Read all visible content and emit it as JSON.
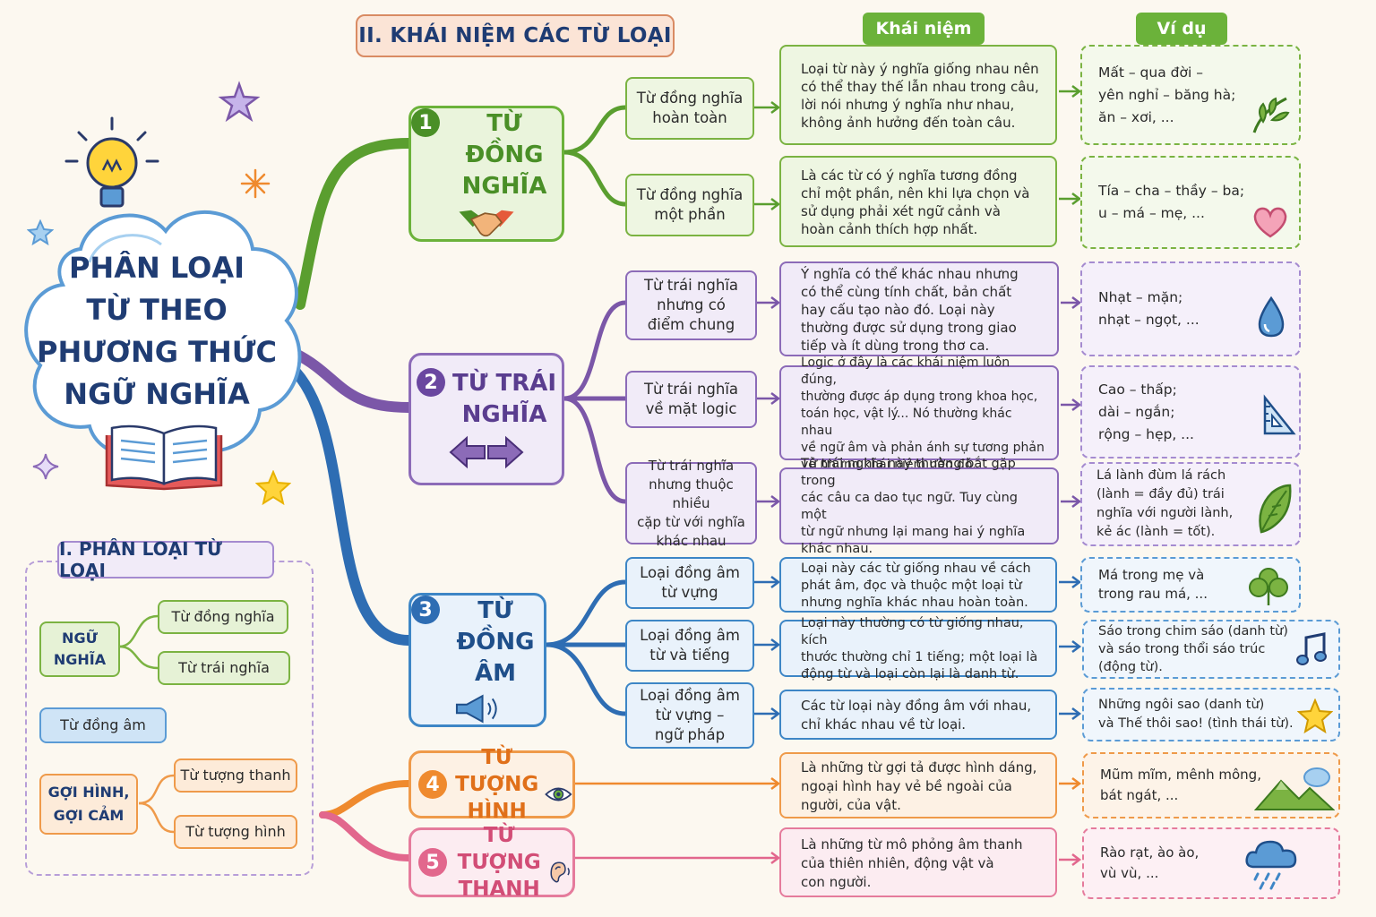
{
  "header": {
    "title": "II. KHÁI NIỆM CÁC TỪ LOẠI",
    "col_concept": "Khái niệm",
    "col_example": "Ví dụ"
  },
  "center": {
    "line1": "PHÂN LOẠI",
    "line2": "TỪ THEO",
    "line3": "PHƯƠNG THỨC",
    "line4": "NGỮ NGHĨA"
  },
  "branches": [
    {
      "number": "1",
      "title": "TỪ ĐỒNG\nNGHĨA",
      "color": "#5a9e2f",
      "icon": "handshake-icon",
      "items": [
        {
          "label": "Từ đồng nghĩa\nhoàn toàn",
          "concept": "Loại từ này ý nghĩa giống nhau nên\ncó thể thay thế lẫn nhau trong câu,\nlời nói nhưng ý nghĩa như nhau,\nkhông ảnh hưởng đến toàn câu.",
          "example": "Mất – qua đời –\nyên nghỉ – băng hà;\năn – xơi, ...",
          "example_icon": "leaf-icon"
        },
        {
          "label": "Từ đồng nghĩa\nmột phần",
          "concept": "Là các từ có ý nghĩa tương đồng\nchỉ một phần, nên khi lựa chọn và\nsử dụng phải xét ngữ cảnh và\nhoàn cảnh thích hợp nhất.",
          "example": "Tía – cha – thầy – ba;\nu – má – mẹ, ...",
          "example_icon": "heart-icon"
        }
      ]
    },
    {
      "number": "2",
      "title": "TỪ TRÁI\nNGHĨA",
      "color": "#7b57a8",
      "icon": "double-arrow-icon",
      "items": [
        {
          "label": "Từ trái nghĩa\nnhưng có\nđiểm chung",
          "concept": "Ý nghĩa có thể khác nhau nhưng\ncó thể cùng tính chất, bản chất\nhay cấu tạo nào đó. Loại này\nthường được sử dụng trong giao\ntiếp và ít dùng trong thơ ca.",
          "example": "Nhạt – mặn;\nnhạt – ngọt, ...",
          "example_icon": "water-drop-icon"
        },
        {
          "label": "Từ trái nghĩa\nvề mặt logic",
          "concept": "Logic ở đây là các khái niệm luôn đúng,\nthường được áp dụng trong khoa học,\ntoán học, vật lý... Nó thường khác nhau\nvề ngữ âm và phản ánh sự tương phản\nvề những khái niệm nào đó.",
          "example": "Cao – thấp;\ndài – ngắn;\nrộng – hẹp, ...",
          "example_icon": "ruler-triangle-icon"
        },
        {
          "label": "Từ trái nghĩa\nnhưng thuộc nhiều\ncặp từ với nghĩa\nkhác nhau",
          "concept": "Từ trái nghĩa này thường bắt gặp trong\ncác câu ca dao tục ngữ. Tuy cùng một\ntừ ngữ nhưng lại mang hai ý nghĩa\nkhác nhau.",
          "example": "Lá lành đùm lá rách\n(lành = đầy đủ) trái\nnghĩa với người lành,\nkẻ ác (lành = tốt).",
          "example_icon": "leaf-outline-icon"
        }
      ]
    },
    {
      "number": "3",
      "title": "TỪ ĐỒNG\nÂM",
      "color": "#2e6db3",
      "icon": "megaphone-icon",
      "items": [
        {
          "label": "Loại đồng âm\ntừ vựng",
          "concept": "Loại này các từ giống nhau về cách\nphát âm, đọc và thuộc một loại từ\nnhưng nghĩa khác nhau hoàn toàn.",
          "example": "Má trong mẹ và\ntrong rau má, ...",
          "example_icon": "clover-leaf-icon"
        },
        {
          "label": "Loại đồng âm\ntừ và tiếng",
          "concept": "Loại này thường có từ giống nhau, kích\nthước thường chỉ 1 tiếng; một loại là\nđộng từ và loại còn lại là danh từ.",
          "example": "Sáo trong chim sáo (danh từ)\nvà sáo trong thổi sáo trúc\n(động từ).",
          "example_icon": "music-note-icon"
        },
        {
          "label": "Loại đồng âm\ntừ vựng –\nngữ pháp",
          "concept": "Các từ loại này đồng âm với nhau,\nchỉ khác nhau về từ loại.",
          "example": "Những ngôi sao (danh từ)\nvà Thế thôi sao! (tình thái từ).",
          "example_icon": "star-icon"
        }
      ]
    },
    {
      "number": "4",
      "title": "TỪ TƯỢNG\nHÌNH",
      "color": "#ef8a2e",
      "icon": "eye-icon",
      "concept": "Là những từ gợi tả được hình dáng,\nngoại hình hay vẻ bề ngoài của\nngười, của vật.",
      "example": "Mũm mĩm, mênh mông,\nbát ngát, ...",
      "example_icon": "mountain-icon"
    },
    {
      "number": "5",
      "title": "TỪ TƯỢNG\nTHANH",
      "color": "#e2678d",
      "icon": "ear-icon",
      "concept": "Là những từ mô phỏng âm thanh\ncủa thiên nhiên, động vật và\ncon người.",
      "example": "Rào rạt, ào ào,\nvù vù, ...",
      "example_icon": "rain-cloud-icon"
    }
  ],
  "panel": {
    "title": "I. PHÂN LOẠI TỪ LOẠI",
    "group1": "NGỮ\nNGHĨA",
    "group1_items": [
      "Từ đồng nghĩa",
      "Từ trái nghĩa"
    ],
    "single": "Từ đồng âm",
    "group2": "GỢI HÌNH,\nGỢI CẢM",
    "group2_items": [
      "Từ tượng thanh",
      "Từ tượng hình"
    ]
  }
}
